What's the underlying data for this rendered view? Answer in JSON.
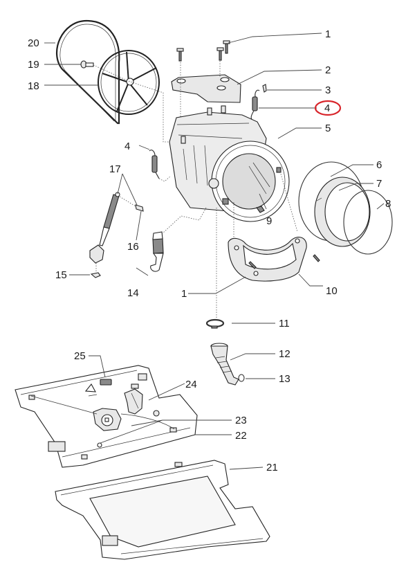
{
  "diagram": {
    "title": "Washing machine tub assembly exploded view",
    "highlight_color": "#d8242a",
    "highlighted_callout": "4",
    "callouts": [
      {
        "id": "c1a",
        "text": "1",
        "part": "tub-bracket-screw"
      },
      {
        "id": "c1b",
        "text": "1",
        "part": "counterweight-screw"
      },
      {
        "id": "c2",
        "text": "2",
        "part": "tub-top-bracket"
      },
      {
        "id": "c3",
        "text": "3",
        "part": "spring-clip"
      },
      {
        "id": "c4a",
        "text": "4",
        "part": "suspension-spring-right"
      },
      {
        "id": "c4b",
        "text": "4",
        "part": "suspension-spring-left"
      },
      {
        "id": "c5",
        "text": "5",
        "part": "tub"
      },
      {
        "id": "c6",
        "text": "6",
        "part": "door-seal-wire-ring"
      },
      {
        "id": "c7",
        "text": "7",
        "part": "door-gasket"
      },
      {
        "id": "c8",
        "text": "8",
        "part": "door-seal-clamp-ring"
      },
      {
        "id": "c9",
        "text": "9",
        "part": "drum-paddle"
      },
      {
        "id": "c10",
        "text": "10",
        "part": "counterweight"
      },
      {
        "id": "c11",
        "text": "11",
        "part": "hose-clamp"
      },
      {
        "id": "c12",
        "text": "12",
        "part": "drain-hose"
      },
      {
        "id": "c13",
        "text": "13",
        "part": "o-ring"
      },
      {
        "id": "c14",
        "text": "14",
        "part": "air-chamber-hose"
      },
      {
        "id": "c15",
        "text": "15",
        "part": "damper-clip"
      },
      {
        "id": "c16",
        "text": "16",
        "part": "damper-pin"
      },
      {
        "id": "c17",
        "text": "17",
        "part": "shock-absorber"
      },
      {
        "id": "c18",
        "text": "18",
        "part": "drum-pulley"
      },
      {
        "id": "c19",
        "text": "19",
        "part": "pulley-bolt"
      },
      {
        "id": "c20",
        "text": "20",
        "part": "drive-belt"
      },
      {
        "id": "c21",
        "text": "21",
        "part": "base-plate"
      },
      {
        "id": "c22",
        "text": "22",
        "part": "base-tray"
      },
      {
        "id": "c23",
        "text": "23",
        "part": "drain-pump-housing"
      },
      {
        "id": "c24",
        "text": "24",
        "part": "float-switch"
      },
      {
        "id": "c25",
        "text": "25",
        "part": "micro-switch"
      }
    ]
  }
}
